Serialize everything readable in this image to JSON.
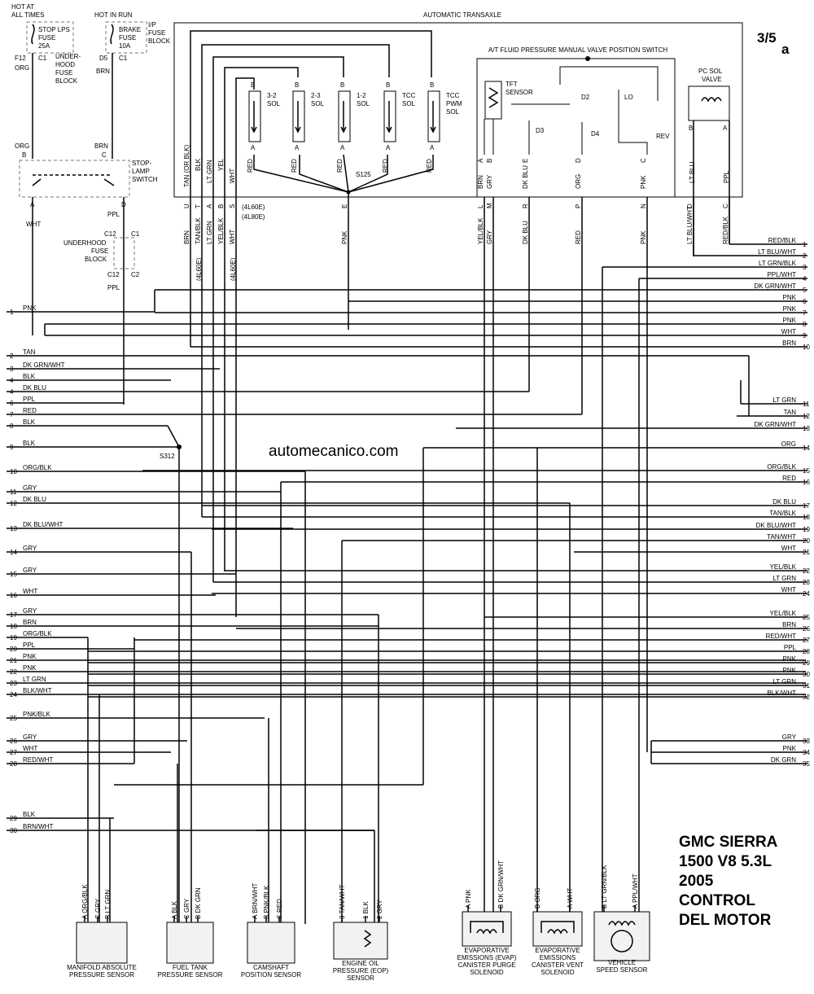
{
  "header": {
    "page_number": "3/5",
    "page_suffix": "a",
    "hot_at_all_times": [
      "HOT AT",
      "ALL TIMES"
    ],
    "hot_in_run": "HOT IN RUN",
    "automatic_transaxle": "AUTOMATIC TRANSAXLE",
    "watermark": "automecanico.com"
  },
  "title_block": [
    "GMC SIERRA",
    "1500 V8 5.3L",
    "2005",
    "CONTROL",
    "DEL MOTOR"
  ],
  "fuses": {
    "stop_lps": [
      "STOP LPS",
      "FUSE",
      "25A"
    ],
    "brake": [
      "BRAKE",
      "FUSE",
      "10A"
    ],
    "ip_fuse_block": [
      "I/P",
      "FUSE",
      "BLOCK"
    ],
    "underhood_fuse_block": [
      "UNDER-",
      "HOOD",
      "FUSE",
      "BLOCK"
    ],
    "underhood_fuse_block_2": [
      "UNDERHOOD",
      "FUSE",
      "BLOCK"
    ],
    "stop_lamp_switch": [
      "STOP-",
      "LAMP",
      "SWITCH"
    ]
  },
  "fuse_pins": {
    "f12": "F12",
    "c1a": "C1",
    "org": "ORG",
    "d5": "D5",
    "c1b": "C1",
    "brn": "BRN",
    "org2": "ORG",
    "b": "B",
    "brn2": "BRN",
    "c": "C",
    "a": "A",
    "wht": "WHT",
    "d": "D",
    "ppl": "PPL",
    "c12a": "C12",
    "c1c": "C1",
    "c12b": "C12",
    "c2": "C2",
    "ppl2": "PPL"
  },
  "solenoids": [
    {
      "name": [
        "3-2",
        "SOL"
      ],
      "top": "B",
      "bottom": "A",
      "wire": "RED"
    },
    {
      "name": [
        "2-3",
        "SOL"
      ],
      "top": "B",
      "bottom": "A",
      "wire": "RED"
    },
    {
      "name": [
        "1-2",
        "SOL"
      ],
      "top": "B",
      "bottom": "A",
      "wire": "RED"
    },
    {
      "name": [
        "TCC",
        "SOL"
      ],
      "top": "B",
      "bottom": "A",
      "wire": "RED"
    },
    {
      "name": [
        "TCC",
        "PWM",
        "SOL"
      ],
      "top": "B",
      "bottom": "A",
      "wire": "RED"
    }
  ],
  "splices": {
    "s125": "S125",
    "s312": "S312"
  },
  "valve_switch": {
    "title": "A/T FLUID PRESSURE MANUAL VALVE POSITION SWITCH",
    "tft": [
      "TFT",
      "SENSOR"
    ],
    "positions": [
      "D2",
      "LO",
      "D3",
      "D4",
      "REV"
    ]
  },
  "pc_sol": {
    "name": [
      "PC SOL",
      "VALVE"
    ],
    "pin_b": "B",
    "pin_a": "A",
    "wire_b": "LT BLU",
    "wire_a": "PPL"
  },
  "transaxle_wires": [
    {
      "label": "TAN (OR BLK)"
    },
    {
      "label": "BLK"
    },
    {
      "label": "LT GRN"
    },
    {
      "label": "YEL"
    },
    {
      "label": "WHT"
    }
  ],
  "connector_pins": [
    {
      "pin": "U",
      "wire": "BRN"
    },
    {
      "pin": "S",
      "wire": ""
    },
    {
      "pin": "T",
      "wire": "TAN/BLK"
    },
    {
      "pin": "A",
      "wire": "LT GRN"
    },
    {
      "pin": "B",
      "wire": "YEL/BLK"
    },
    {
      "pin": "S",
      "wire": "WHT"
    },
    {
      "pin": "E",
      "wire": "PNK"
    },
    {
      "pin": "L",
      "wire": "YEL/BLK"
    },
    {
      "pin": "M",
      "wire": "GRY"
    },
    {
      "pin": "R",
      "wire": "DK BLU"
    },
    {
      "pin": "P",
      "wire": "RED"
    },
    {
      "pin": "N",
      "wire": "PNK"
    },
    {
      "pin": "D",
      "wire": "LT BLU/WHT"
    },
    {
      "pin": "C",
      "wire": "RED/BLK"
    }
  ],
  "switch_pins": [
    {
      "pin": "A",
      "wire": "BRN"
    },
    {
      "pin": "B",
      "wire": "GRY"
    },
    {
      "pin": "E",
      "wire": "DK BLU"
    },
    {
      "pin": "D",
      "wire": "ORG"
    },
    {
      "pin": "C",
      "wire": "PNK"
    }
  ],
  "variants": {
    "l60": "(4L60E)",
    "l80": "(4L80E)",
    "l60_b": "(4L60E)",
    "l60_c": "(4L60E)"
  },
  "left_pins": [
    {
      "n": "1",
      "w": "PNK"
    },
    {
      "n": "2",
      "w": "TAN"
    },
    {
      "n": "3",
      "w": "DK GRN/WHT"
    },
    {
      "n": "4",
      "w": "BLK"
    },
    {
      "n": "4",
      "w": "DK BLU"
    },
    {
      "n": "6",
      "w": "PPL"
    },
    {
      "n": "7",
      "w": "RED"
    },
    {
      "n": "8",
      "w": "BLK"
    },
    {
      "n": "9",
      "w": "BLK"
    },
    {
      "n": "10",
      "w": "ORG/BLK"
    },
    {
      "n": "11",
      "w": "GRY"
    },
    {
      "n": "12",
      "w": "DK BLU"
    },
    {
      "n": "13",
      "w": "DK BLU/WHT"
    },
    {
      "n": "14",
      "w": "GRY"
    },
    {
      "n": "15",
      "w": "GRY"
    },
    {
      "n": "16",
      "w": "WHT"
    },
    {
      "n": "17",
      "w": "GRY"
    },
    {
      "n": "18",
      "w": "BRN"
    },
    {
      "n": "19",
      "w": "ORG/BLK"
    },
    {
      "n": "20",
      "w": "PPL"
    },
    {
      "n": "21",
      "w": "PNK"
    },
    {
      "n": "22",
      "w": "PNK"
    },
    {
      "n": "23",
      "w": "LT GRN"
    },
    {
      "n": "24",
      "w": "BLK/WHT"
    },
    {
      "n": "25",
      "w": "PNK/BLK"
    },
    {
      "n": "26",
      "w": "GRY"
    },
    {
      "n": "27",
      "w": "WHT"
    },
    {
      "n": "28",
      "w": "RED/WHT"
    },
    {
      "n": "29",
      "w": "BLK"
    },
    {
      "n": "30",
      "w": "BRN/WHT"
    }
  ],
  "right_pins": [
    {
      "n": "1",
      "w": "RED/BLK"
    },
    {
      "n": "2",
      "w": "LT BLU/WHT"
    },
    {
      "n": "3",
      "w": "LT GRN/BLK"
    },
    {
      "n": "4",
      "w": "PPL/WHT"
    },
    {
      "n": "5",
      "w": "DK GRN/WHT"
    },
    {
      "n": "6",
      "w": "PNK"
    },
    {
      "n": "7",
      "w": "PNK"
    },
    {
      "n": "8",
      "w": "PNK"
    },
    {
      "n": "9",
      "w": "WHT"
    },
    {
      "n": "10",
      "w": "BRN"
    },
    {
      "n": "11",
      "w": "LT GRN"
    },
    {
      "n": "12",
      "w": "TAN"
    },
    {
      "n": "13",
      "w": "DK GRN/WHT"
    },
    {
      "n": "14",
      "w": "ORG"
    },
    {
      "n": "15",
      "w": "ORG/BLK"
    },
    {
      "n": "16",
      "w": "RED"
    },
    {
      "n": "17",
      "w": "DK BLU"
    },
    {
      "n": "18",
      "w": "TAN/BLK"
    },
    {
      "n": "19",
      "w": "DK BLU/WHT"
    },
    {
      "n": "20",
      "w": "TAN/WHT"
    },
    {
      "n": "21",
      "w": "WHT"
    },
    {
      "n": "22",
      "w": "YEL/BLK"
    },
    {
      "n": "23",
      "w": "LT GRN"
    },
    {
      "n": "24",
      "w": "WHT"
    },
    {
      "n": "25",
      "w": "YEL/BLK"
    },
    {
      "n": "26",
      "w": "BRN"
    },
    {
      "n": "27",
      "w": "RED/WHT"
    },
    {
      "n": "28",
      "w": "PPL"
    },
    {
      "n": "29",
      "w": "PNK"
    },
    {
      "n": "30",
      "w": "PNK"
    },
    {
      "n": "31",
      "w": "LT GRN"
    },
    {
      "n": "32",
      "w": "BLK/WHT"
    },
    {
      "n": "33",
      "w": "GRY"
    },
    {
      "n": "34",
      "w": "PNK"
    },
    {
      "n": "35",
      "w": "DK GRN"
    }
  ],
  "sensors": [
    {
      "name": [
        "MANIFOLD ABSOLUTE",
        "PRESSURE SENSOR"
      ],
      "pins": [
        {
          "p": "A",
          "w": "ORG/BLK"
        },
        {
          "p": "C",
          "w": "GRY"
        },
        {
          "p": "B",
          "w": "LT GRN"
        }
      ]
    },
    {
      "name": [
        "FUEL TANK",
        "PRESSURE SENSOR"
      ],
      "pins": [
        {
          "p": "A",
          "w": "BLK"
        },
        {
          "p": "C",
          "w": "GRY"
        },
        {
          "p": "B",
          "w": "DK GRN"
        }
      ]
    },
    {
      "name": [
        "CAMSHAFT",
        "POSITION SENSOR"
      ],
      "pins": [
        {
          "p": "A",
          "w": "BRN/WHT"
        },
        {
          "p": "B",
          "w": "PNK/BLK"
        },
        {
          "p": "C",
          "w": "RED"
        }
      ]
    },
    {
      "name": [
        "ENGINE OIL",
        "PRESSURE (EOP)",
        "SENSOR"
      ],
      "pins": [
        {
          "p": "3",
          "w": "TAN/WHT"
        },
        {
          "p": "1",
          "w": "BLK"
        },
        {
          "p": "2",
          "w": "GRY"
        }
      ]
    },
    {
      "name": [
        "EVAPORATIVE",
        "EMISSIONS (EVAP)",
        "CANISTER PURGE",
        "SOLENOID"
      ],
      "pins": [
        {
          "p": "A",
          "w": "PNK"
        },
        {
          "p": "B",
          "w": "DK GRN/WHT"
        }
      ]
    },
    {
      "name": [
        "EVAPORATIVE",
        "EMISSIONS",
        "CANISTER VENT",
        "SOLENOID"
      ],
      "pins": [
        {
          "p": "B",
          "w": "ORG"
        },
        {
          "p": "A",
          "w": "WHT"
        }
      ]
    },
    {
      "name": [
        "VEHICLE",
        "SPEED SENSOR"
      ],
      "pins": [
        {
          "p": "B",
          "w": "LT GRN/BLK"
        },
        {
          "p": "A",
          "w": "PPL/WHT"
        }
      ]
    }
  ]
}
